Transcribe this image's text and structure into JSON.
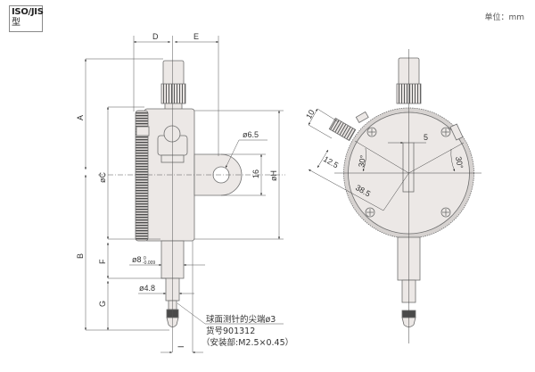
{
  "badge": {
    "line1": "ISO/JIS",
    "line2": "型"
  },
  "unit_label": "单位：mm",
  "side_view": {
    "dimensions": {
      "A": "A",
      "B": "B",
      "C": "øC",
      "D": "D",
      "E": "E",
      "F": "F",
      "G": "G",
      "H": "øH",
      "I": "I"
    },
    "hole_diameter": "ø6.5",
    "lug_height": "16",
    "stem_diameter": "ø8",
    "stem_tolerance_upper": "0",
    "stem_tolerance_lower": "-0.009",
    "spindle_diameter": "ø4.8"
  },
  "contact_point_note": {
    "line1": "球面测针的尖端ø3",
    "line2": "货号901312",
    "line3": "（安装部:M2.5×0.45）"
  },
  "front_view": {
    "dim_10": "10",
    "dim_12_5": "12.5",
    "dim_38_5": "38.5",
    "dim_5": "5",
    "angle_left": "30°",
    "angle_right": "30°"
  },
  "colors": {
    "body_fill": "#ece8e6",
    "outline": "#6e6e6e",
    "dim_line": "#333333",
    "knurl_dark": "#3a3a3a"
  }
}
